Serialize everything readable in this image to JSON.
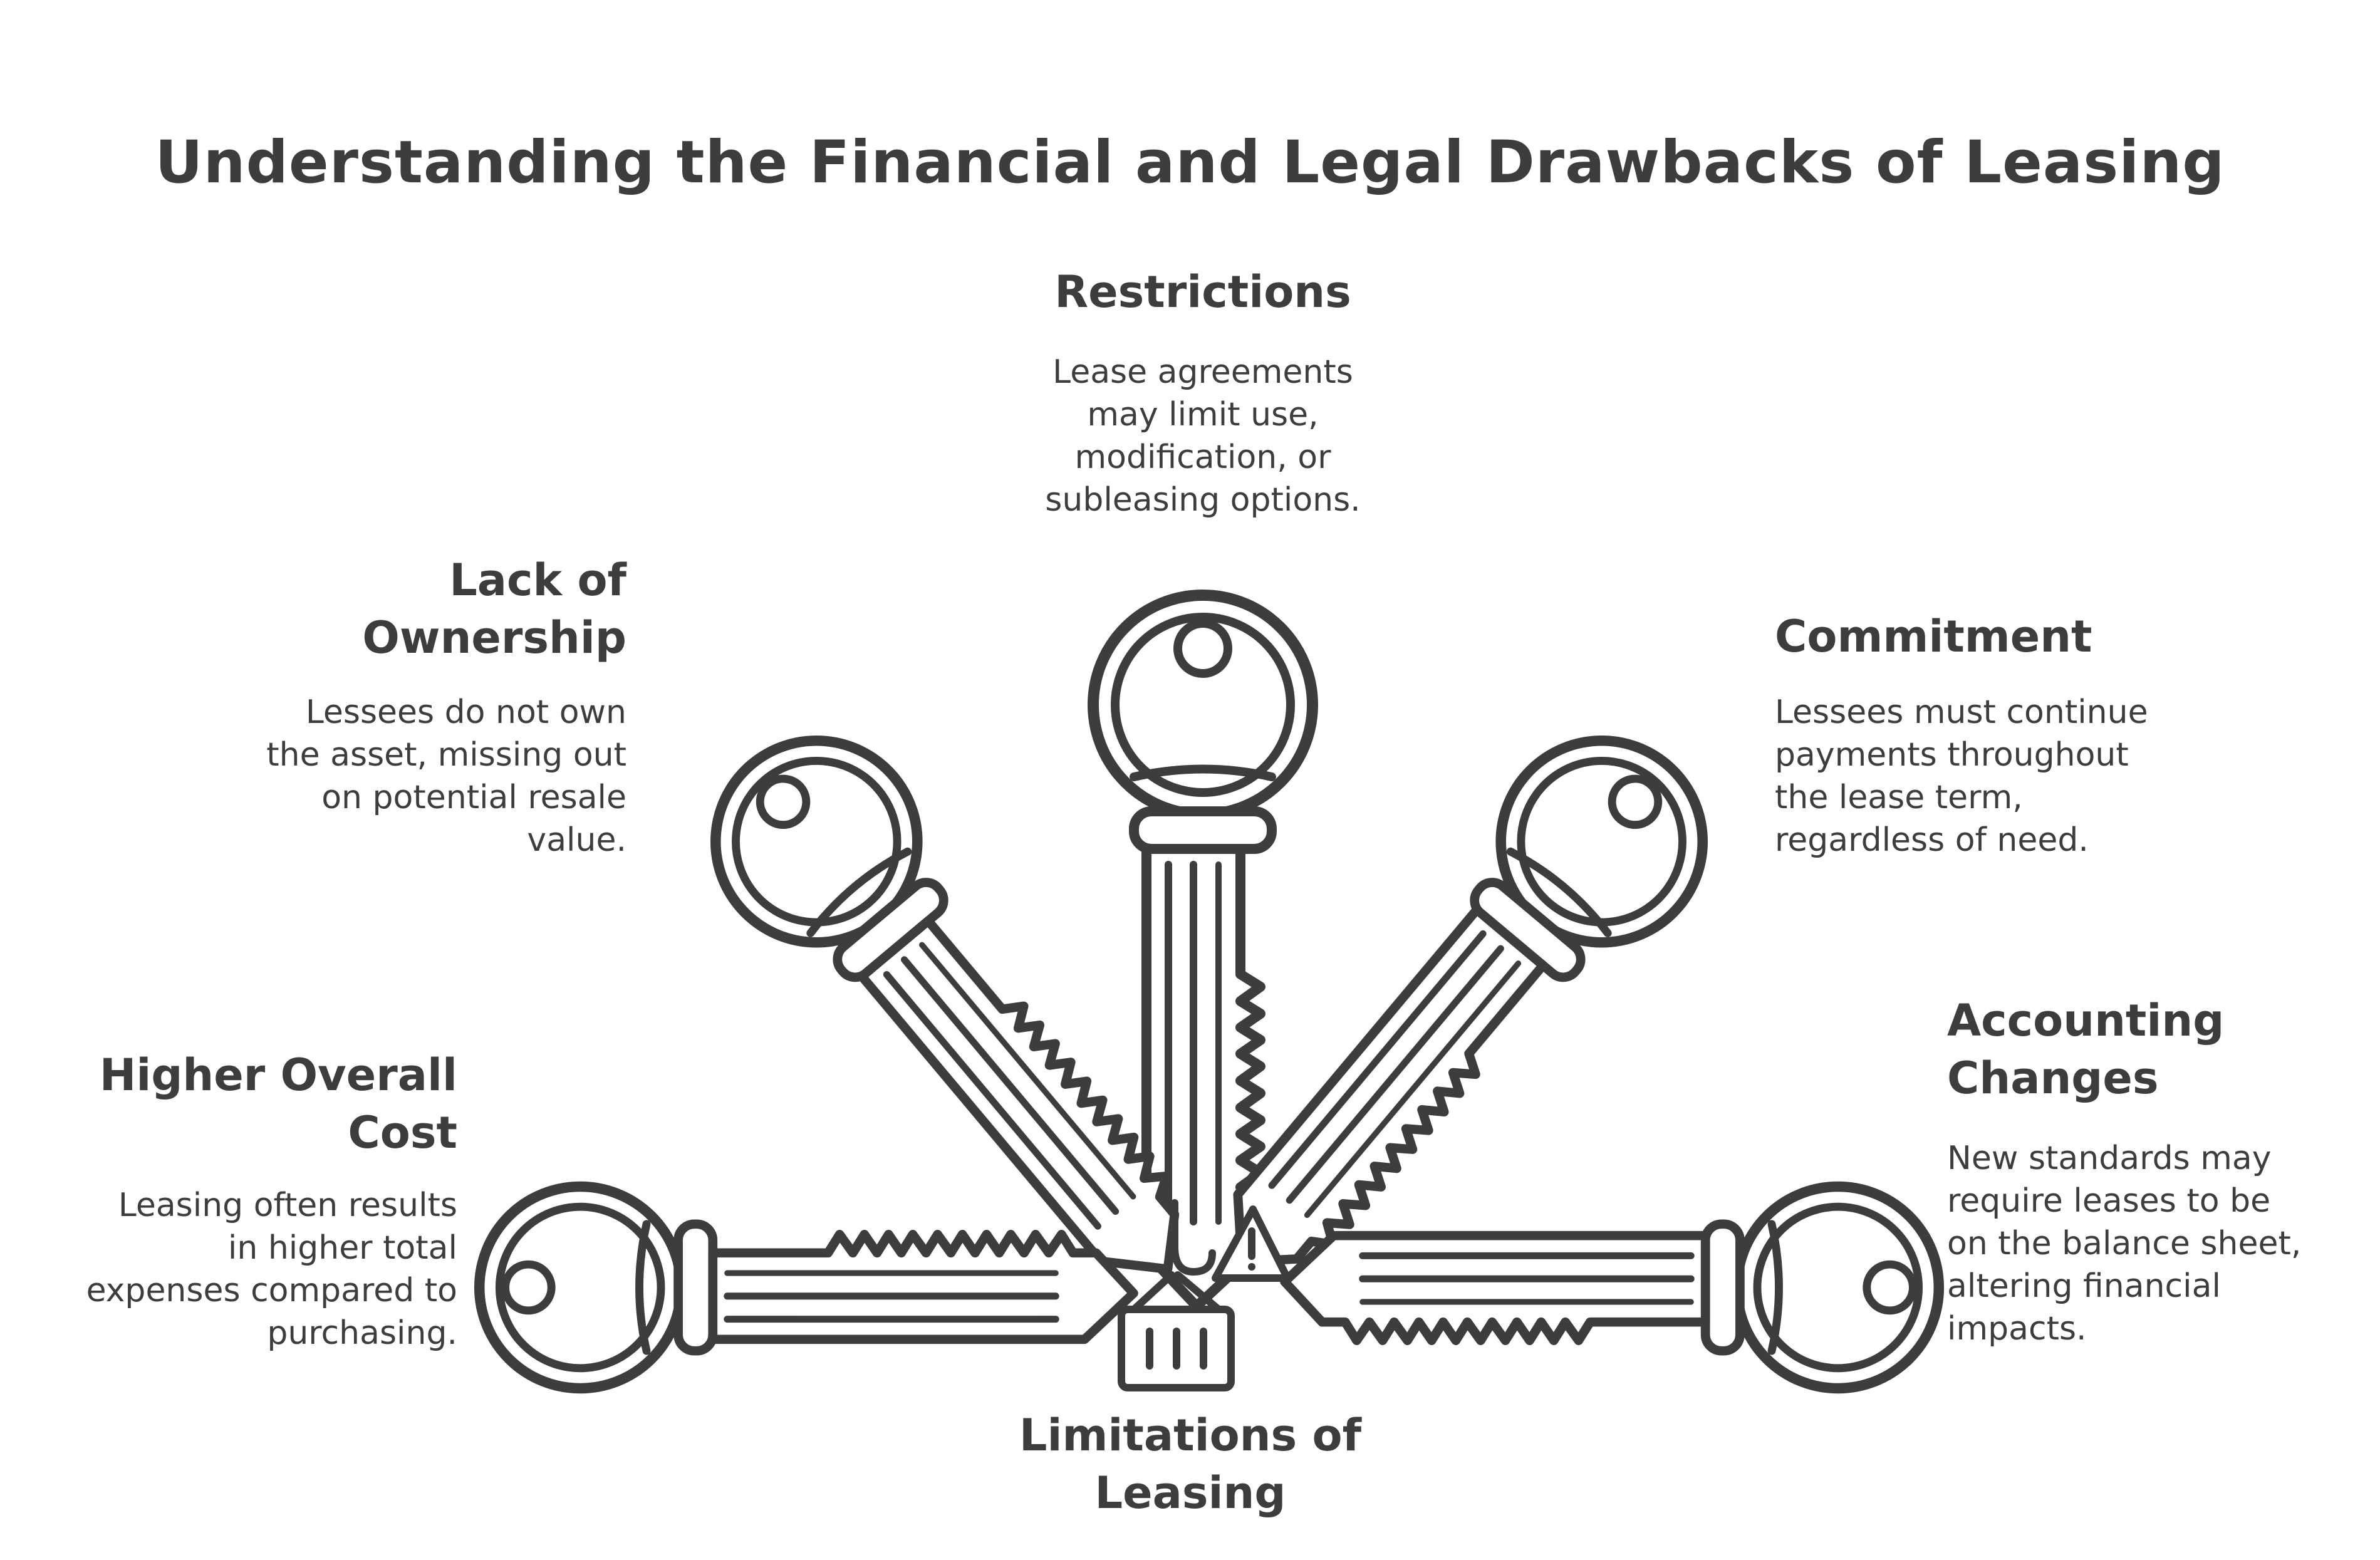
{
  "title": "Understanding the Financial and Legal Drawbacks of Leasing",
  "center": {
    "label_line1": "Limitations of",
    "label_line2": "Leasing"
  },
  "sections": {
    "restrictions": {
      "title": "Restrictions",
      "text": [
        "Lease agreements",
        "may limit use,",
        "modification, or",
        "subleasing options."
      ]
    },
    "ownership": {
      "title_line1": "Lack of",
      "title_line2": "Ownership",
      "text": [
        "Lessees do not own",
        "the asset, missing out",
        "on potential resale",
        "value."
      ]
    },
    "commitment": {
      "title": "Commitment",
      "text": [
        "Lessees must continue",
        "payments throughout",
        "the lease term,",
        "regardless of need."
      ]
    },
    "accounting": {
      "title_line1": "Accounting",
      "title_line2": "Changes",
      "text": [
        "New standards may",
        "require leases to be",
        "on the balance sheet,",
        "altering financial",
        "impacts."
      ]
    },
    "cost": {
      "title_line1": "Higher Overall",
      "title_line2": "Cost",
      "text": [
        "Leasing often results",
        "in higher total",
        "expenses compared to",
        "purchasing."
      ]
    }
  },
  "colors": {
    "ink": "#3d3d3d",
    "background": "#ffffff"
  },
  "icons": [
    "hook-icon",
    "crate-icon",
    "warning-icon",
    "key-icon"
  ]
}
